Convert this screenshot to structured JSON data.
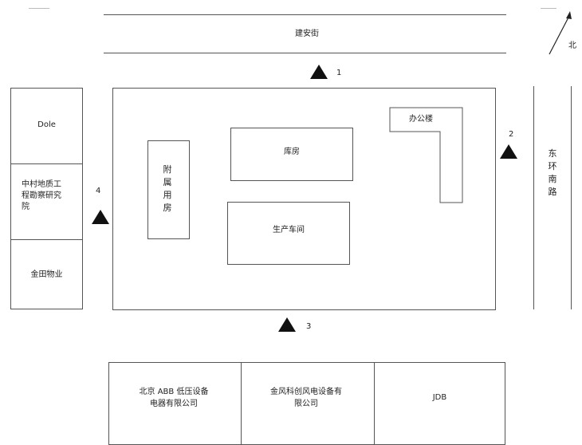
{
  "road_top": {
    "name": "建安街"
  },
  "road_right": {
    "name": "东环南路"
  },
  "north": {
    "label": "北"
  },
  "site": {
    "buildings": {
      "office": "办公楼",
      "warehouse": "库房",
      "ancillary": "附属用房",
      "workshop": "生产车间"
    }
  },
  "west_neighbors": [
    "Dole",
    "中村地质工程勘察研究院",
    "金田物业"
  ],
  "south_neighbors": [
    "北京 ABB 低压设备电器有限公司",
    "金风科创风电设备有限公司",
    "JDB"
  ],
  "markers": [
    "1",
    "2",
    "3",
    "4"
  ]
}
